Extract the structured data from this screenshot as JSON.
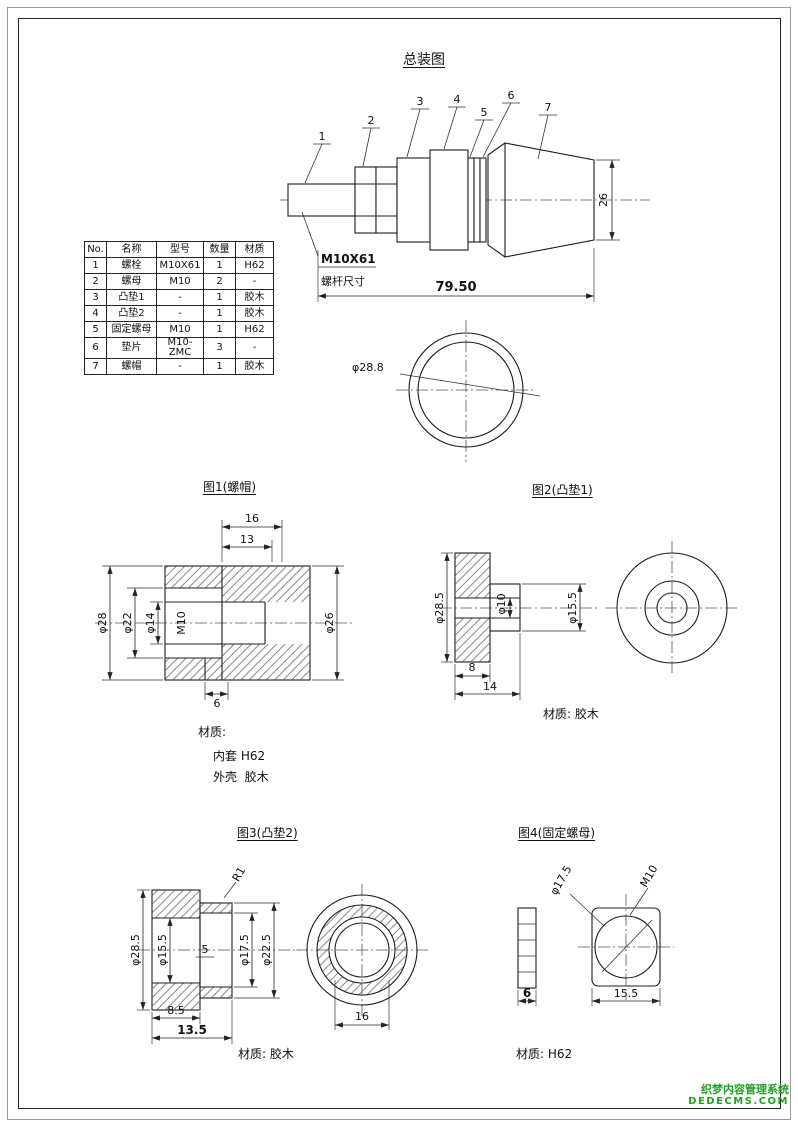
{
  "page": {
    "title": "总装图"
  },
  "parts_table": {
    "headers": [
      "No.",
      "名称",
      "型号",
      "数量",
      "材质"
    ],
    "rows": [
      [
        "1",
        "螺栓",
        "M10X61",
        "1",
        "H62"
      ],
      [
        "2",
        "螺母",
        "M10",
        "2",
        "-"
      ],
      [
        "3",
        "凸垫1",
        "-",
        "1",
        "胶木"
      ],
      [
        "4",
        "凸垫2",
        "-",
        "1",
        "胶木"
      ],
      [
        "5",
        "固定螺母",
        "M10",
        "1",
        "H62"
      ],
      [
        "6",
        "垫片",
        "M10-ZMC",
        "3",
        "-"
      ],
      [
        "7",
        "螺帽",
        "-",
        "1",
        "胶木"
      ]
    ]
  },
  "assembly": {
    "callouts": [
      "1",
      "2",
      "3",
      "4",
      "5",
      "6",
      "7"
    ],
    "overall_length": "79.50",
    "end_diameter": "26",
    "thread_label": "M10X61",
    "thread_caption": "螺杆尺寸",
    "section_diameter": "φ28.8"
  },
  "fig1": {
    "title": "图1(螺帽)",
    "dim_16": "16",
    "dim_13": "13",
    "dim_d28": "φ28",
    "dim_d22": "φ22",
    "dim_d14": "φ14",
    "dim_m10": "M10",
    "dim_d26": "φ26",
    "dim_6": "6",
    "material_label": "材质:",
    "material_inner": "内套 H62",
    "material_outer": "外壳  胶木"
  },
  "fig2": {
    "title": "图2(凸垫1)",
    "dim_d285": "φ28.5",
    "dim_d10": "φ10",
    "dim_d155": "φ15.5",
    "dim_8": "8",
    "dim_14": "14",
    "material": "材质: 胶木"
  },
  "fig3": {
    "title": "图3(凸垫2)",
    "dim_r1": "R1",
    "dim_d285": "φ28.5",
    "dim_d155": "φ15.5",
    "dim_5": "5",
    "dim_d175": "φ17.5",
    "dim_d225": "φ22.5",
    "dim_85": "8.5",
    "dim_135": "13.5",
    "dim_16": "16",
    "material": "材质: 胶木"
  },
  "fig4": {
    "title": "图4(固定螺母)",
    "dim_d175": "φ17.5",
    "dim_m10": "M10",
    "dim_6": "6",
    "dim_155": "15.5",
    "material": "材质: H62"
  },
  "watermark": {
    "line1": "织梦内容管理系统",
    "line2": "DEDECMS.COM",
    "color": "#23a023"
  }
}
